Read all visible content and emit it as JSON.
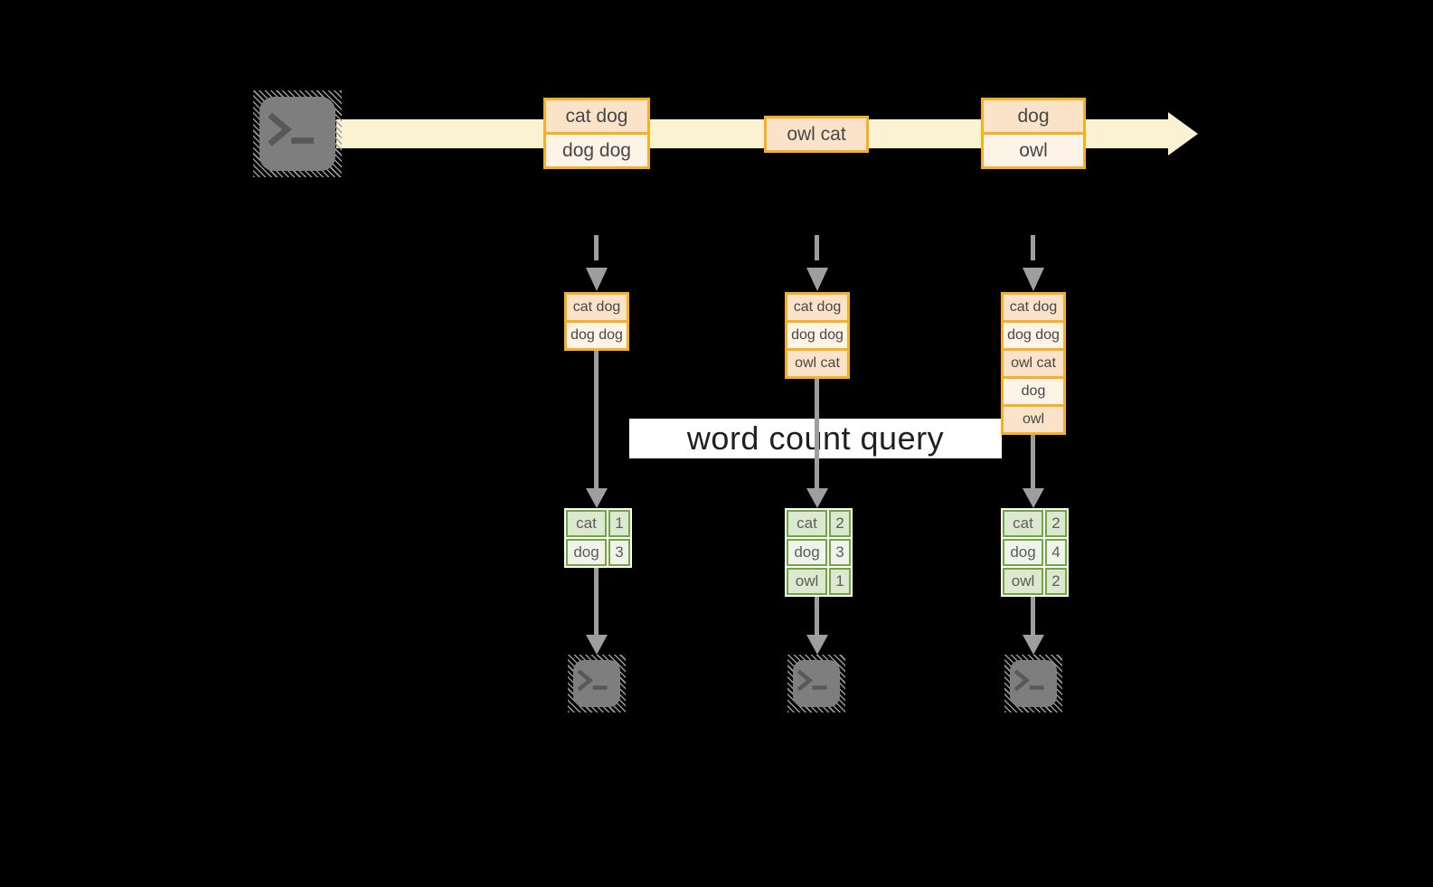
{
  "query_label": "word count query",
  "stream": {
    "batch1": [
      "cat dog",
      "dog dog"
    ],
    "batch2": [
      "owl cat"
    ],
    "batch3": [
      "dog",
      "owl"
    ]
  },
  "columns": [
    {
      "inputs": [
        "cat dog",
        "dog dog"
      ],
      "counts": [
        {
          "word": "cat",
          "n": "1"
        },
        {
          "word": "dog",
          "n": "3"
        }
      ]
    },
    {
      "inputs": [
        "cat dog",
        "dog dog",
        "owl cat"
      ],
      "counts": [
        {
          "word": "cat",
          "n": "2"
        },
        {
          "word": "dog",
          "n": "3"
        },
        {
          "word": "owl",
          "n": "1"
        }
      ]
    },
    {
      "inputs": [
        "cat dog",
        "dog dog",
        "owl cat",
        "dog",
        "owl"
      ],
      "counts": [
        {
          "word": "cat",
          "n": "2"
        },
        {
          "word": "dog",
          "n": "4"
        },
        {
          "word": "owl",
          "n": "2"
        }
      ]
    }
  ],
  "icons": {
    "source": "terminal-icon",
    "sink": "terminal-icon",
    "stream_arrow": "arrow-right-icon",
    "dispatch_arrow": "dashed-arrow-down-icon",
    "flow_arrow": "arrow-down-icon"
  },
  "colors": {
    "background": "#000000",
    "stream_band": "#fbf2d1",
    "orange_border": "#f5b123",
    "orange_fill_dark": "#fae3c8",
    "orange_fill_light": "#fdf3e6",
    "green_border": "#6fa83f",
    "green_fill_dark": "#dce8cf",
    "green_fill_light": "#eff3ea",
    "arrow_gray": "#9e9e9e",
    "terminal_gray": "#7e7e7e",
    "query_band_bg": "#ffffff",
    "text_dark": "#474747"
  }
}
